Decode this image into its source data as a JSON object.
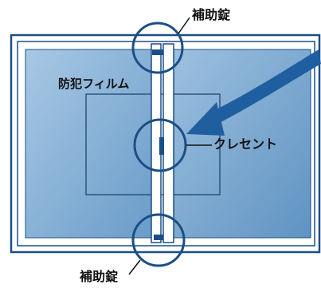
{
  "labels": {
    "top_lock": "補助錠",
    "film": "防犯フィルム",
    "crescent": "クレセント",
    "bottom_lock": "補助錠"
  },
  "colors": {
    "outline": "#1a4f86",
    "glass_light": "#a8c8e4",
    "glass_dark": "#5f93c2",
    "arrow": "#1f5fa0",
    "lock_mark": "#1a4f86"
  }
}
